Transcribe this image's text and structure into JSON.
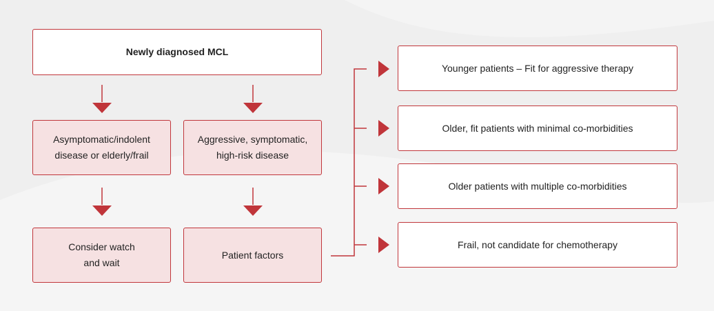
{
  "diagram": {
    "colors": {
      "accent": "#c0353a",
      "pink_fill": "#f6e1e2",
      "background": "#efefef",
      "white": "#ffffff"
    },
    "nodes": {
      "root": "Newly diagnosed MCL",
      "indolent": "Asymptomatic/indolent\ndisease or elderly/frail",
      "aggressive": "Aggressive, symptomatic,\nhigh-risk disease",
      "watch_wait": "Consider watch\nand wait",
      "patient_factors": "Patient factors"
    },
    "outcomes": [
      "Younger patients – Fit for aggressive therapy",
      "Older, fit patients with minimal co-morbidities",
      "Older patients with multiple co-morbidities",
      "Frail, not candidate for chemotherapy"
    ]
  }
}
